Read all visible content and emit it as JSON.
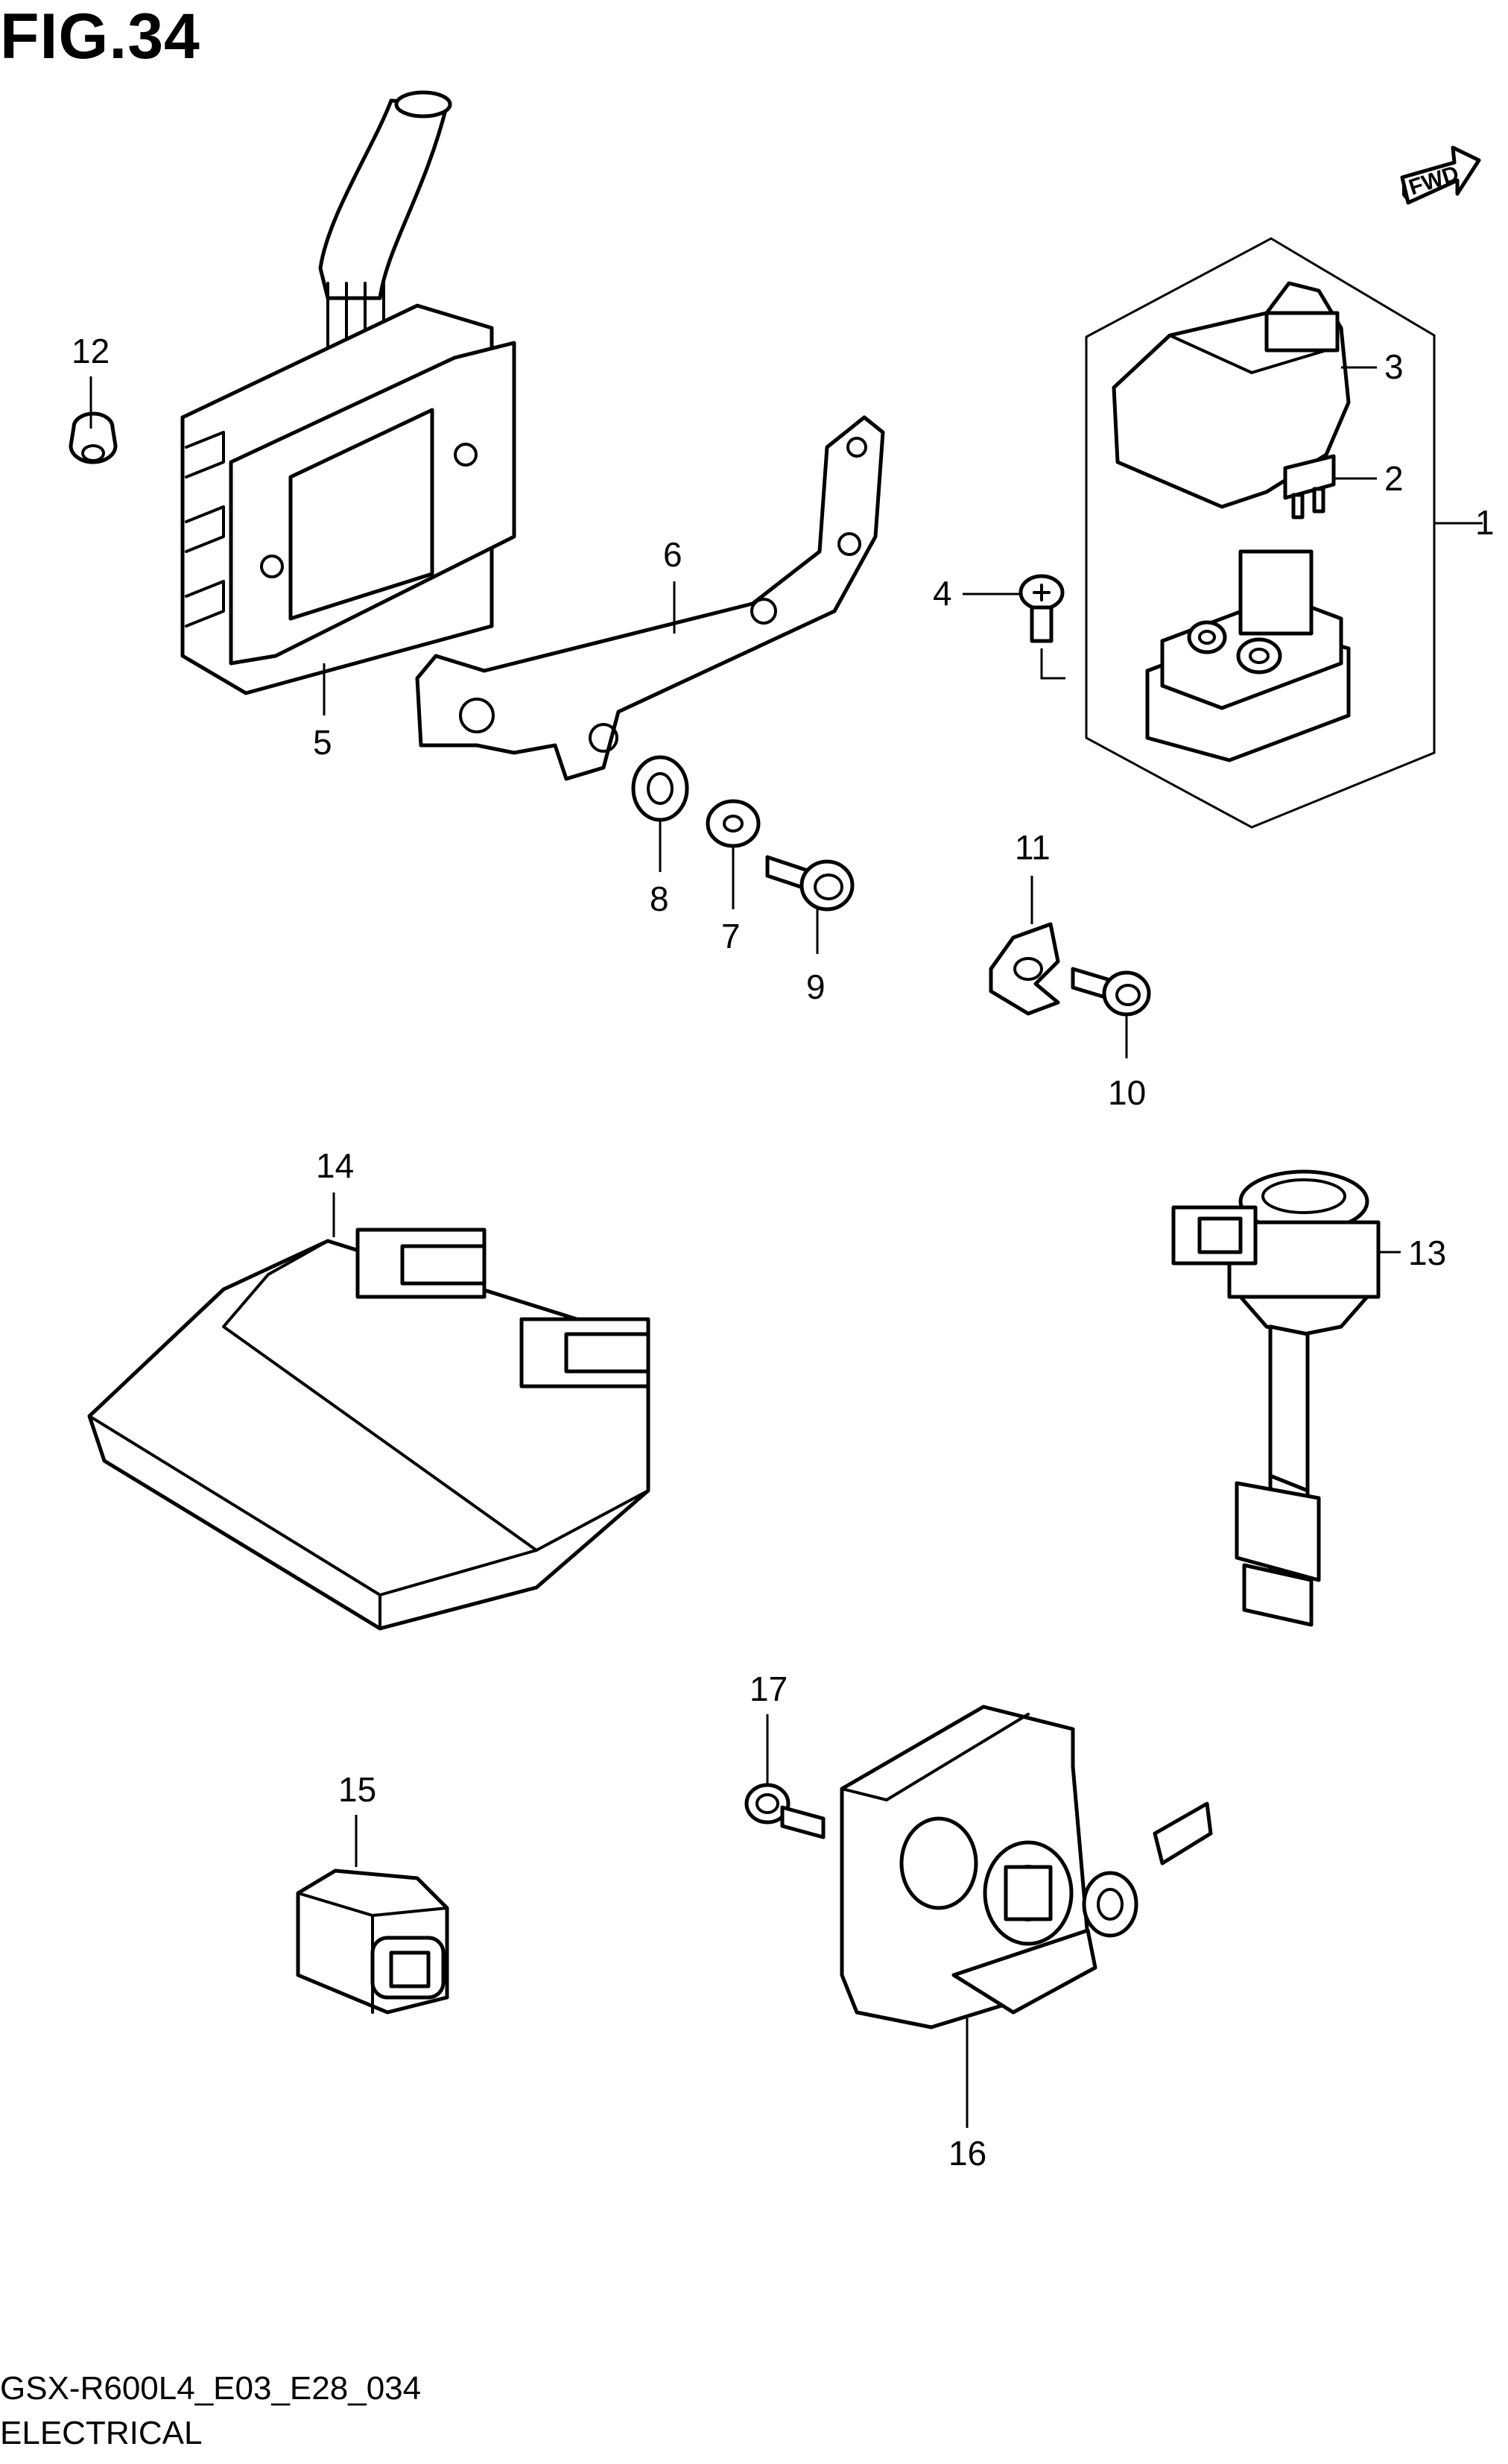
{
  "figure": {
    "title": "FIG.34",
    "code": "GSX-R600L4_E03_E28_034",
    "name": "ELECTRICAL",
    "fwd_label": "FWD"
  },
  "callouts": {
    "c1": "1",
    "c2": "2",
    "c3": "3",
    "c4": "4",
    "c5": "5",
    "c6": "6",
    "c7": "7",
    "c8": "8",
    "c9": "9",
    "c10": "10",
    "c11": "11",
    "c12": "12",
    "c13": "13",
    "c14": "14",
    "c15": "15",
    "c16": "16",
    "c17": "17"
  }
}
